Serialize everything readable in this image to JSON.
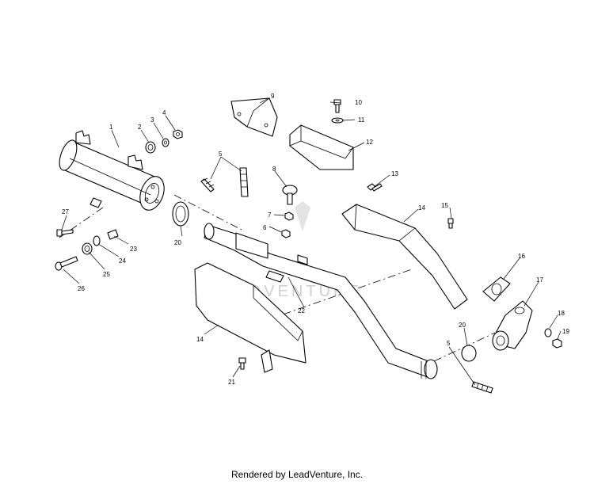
{
  "labels": {
    "l1": "1",
    "l2": "2",
    "l3": "3",
    "l4": "4",
    "l5a": "5",
    "l5b": "5",
    "l6": "6",
    "l7": "7",
    "l8": "8",
    "l9": "9",
    "l10": "10",
    "l11": "11",
    "l12": "12",
    "l13": "13",
    "l14a": "14",
    "l14b": "14",
    "l15": "15",
    "l16": "16",
    "l17": "17",
    "l18": "18",
    "l19": "19",
    "l20a": "20",
    "l20b": "20",
    "l21": "21",
    "l22": "22",
    "l23": "23",
    "l24": "24",
    "l25": "25",
    "l26": "26",
    "l27": "27"
  },
  "watermark": "LEADVENTURE",
  "footer": "Rendered by LeadVenture, Inc."
}
